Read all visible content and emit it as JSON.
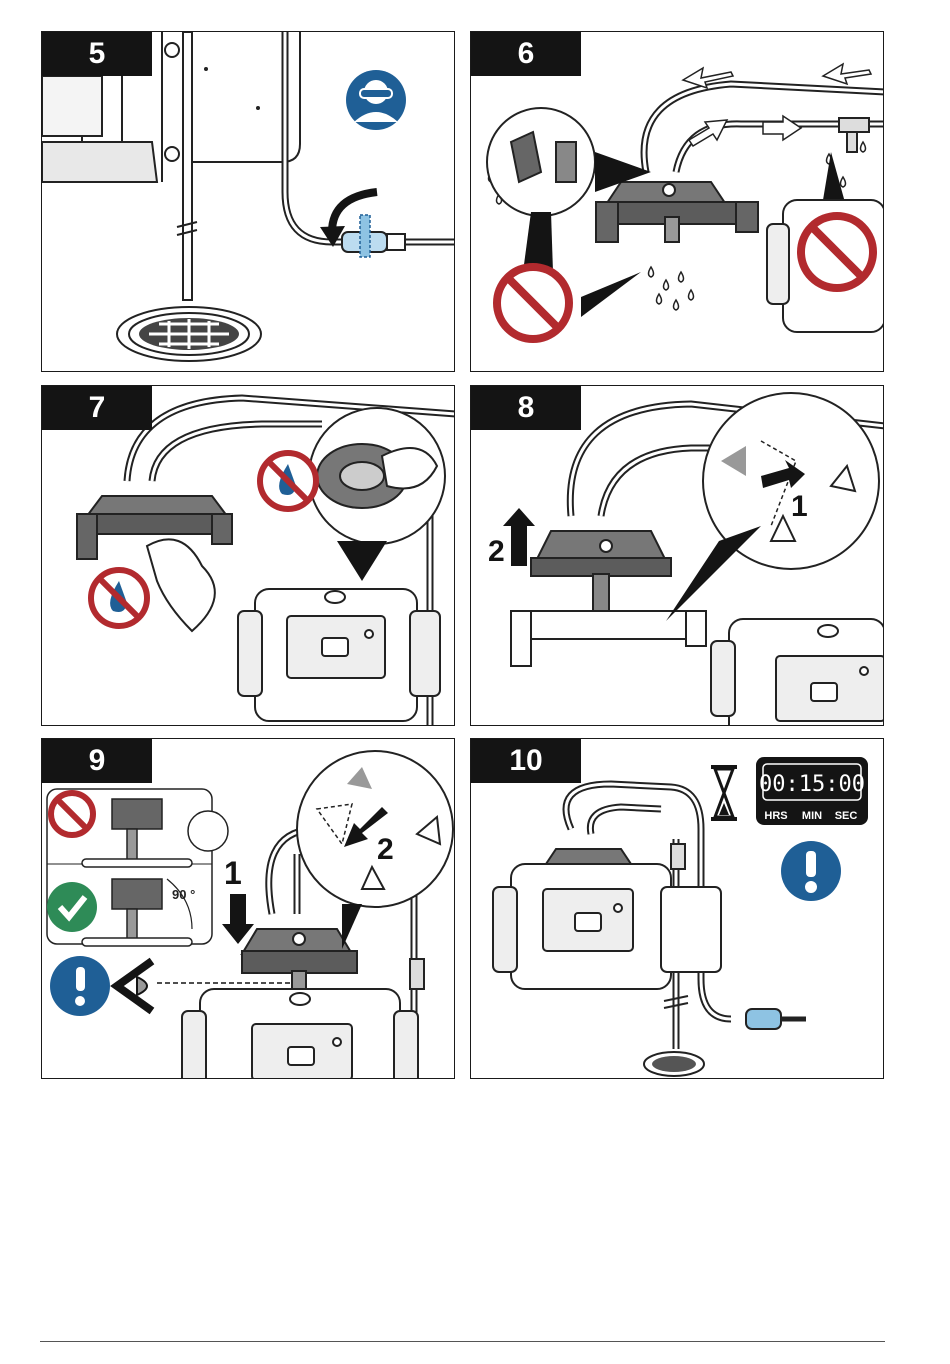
{
  "steps": [
    {
      "number": "5"
    },
    {
      "number": "6"
    },
    {
      "number": "7"
    },
    {
      "number": "8",
      "callouts": [
        "2",
        "1"
      ]
    },
    {
      "number": "9",
      "callouts": [
        "1",
        "2"
      ],
      "angle": "90 °"
    },
    {
      "number": "10"
    }
  ],
  "timer": {
    "display": "00:15:00",
    "units": [
      "HRS",
      "MIN",
      "SEC"
    ]
  },
  "colors": {
    "prohibit": "#b22a2e",
    "mandatory": "#1f5f96",
    "ok": "#2e8b57",
    "ink": "#141414"
  }
}
